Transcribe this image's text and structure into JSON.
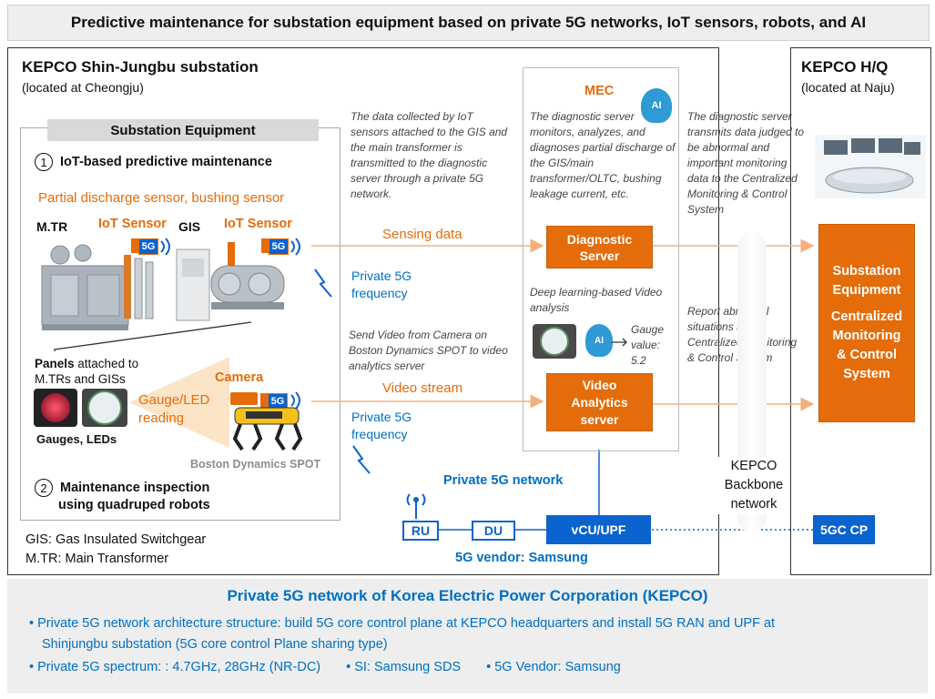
{
  "title": "Predictive maintenance for substation equipment based on private 5G networks, IoT sensors, robots, and AI",
  "substation": {
    "name": "KEPCO Shin-Jungbu substation",
    "location": "(located at Cheongju)",
    "equipment_header": "Substation Equipment",
    "item1_num": "1",
    "item1_label": "IoT-based predictive maintenance",
    "sensors_label": "Partial discharge sensor, bushing sensor",
    "mtr_label": "M.TR",
    "gis_label": "GIS",
    "iot_sensor_1": "IoT Sensor",
    "iot_sensor_2": "IoT Sensor",
    "tag_5g": "5G",
    "panels_bold": "Panels",
    "panels_rest1": " attached to",
    "panels_rest2": "M.TRs and GISs",
    "gauges_label": "Gauges, LEDs",
    "gauge_reading_1": "Gauge/LED",
    "gauge_reading_2": "reading",
    "camera_label": "Camera",
    "robot_label": "Boston Dynamics SPOT",
    "item2_num": "2",
    "item2_line1": "Maintenance inspection",
    "item2_line2": "using quadruped robots",
    "legend_gis": "GIS: Gas Insulated Switchgear",
    "legend_mtr": "M.TR: Main Transformer"
  },
  "notes": {
    "iot_note": "The data collected by IoT sensors attached to the GIS and the main transformer is transmitted to the diagnostic server through a private 5G network.",
    "sensing_data": "Sensing data",
    "private5g_1a": "Private 5G",
    "private5g_1b": "frequency",
    "video_note": "Send Video from Camera on Boston Dynamics SPOT to video analytics server",
    "video_stream": "Video stream",
    "private5g_2a": "Private 5G",
    "private5g_2b": "frequency"
  },
  "mec": {
    "title": "MEC",
    "ai_badge": "AI",
    "note": "The diagnostic server monitors, analyzes, and diagnoses partial discharge of the GIS/main transformer/OLTC, bushing leakage current, etc.",
    "diag_line1": "Diagnostic",
    "diag_line2": "Server",
    "dl_note": "Deep learning-based Video analysis",
    "gauge_value_1": "Gauge",
    "gauge_value_2": "value:",
    "gauge_value_3": "5.2",
    "video_line1": "Video",
    "video_line2": "Analytics",
    "video_line3": "server"
  },
  "network": {
    "private_net_label": "Private 5G network",
    "ru": "RU",
    "du": "DU",
    "vcu": "vCU/UPF",
    "vendor": "5G vendor: Samsung",
    "backbone_1": "KEPCO",
    "backbone_2": "Backbone",
    "backbone_3": "network",
    "core_cp": "5GC CP"
  },
  "hq_notes": {
    "transmit_note": "The diagnostic server transmits data judged to be abnormal and important monitoring data to the Centralized Monitoring & Control System",
    "report_note": "Report abnormal situations to the Centralized Monitoring & Control System"
  },
  "hq": {
    "name": "KEPCO H/Q",
    "location": "(located at Naju)",
    "box_line1": "Substation",
    "box_line2": "Equipment",
    "box_line3": "Centralized",
    "box_line4": "Monitoring",
    "box_line5": "& Control",
    "box_line6": "System"
  },
  "bottom": {
    "heading": "Private 5G network of Korea Electric Power Corporation (KEPCO)",
    "bullet1_line1": "Private 5G network architecture structure: build 5G core control plane at KEPCO headquarters and install 5G RAN and UPF at",
    "bullet1_line2": "Shinjungbu substation (5G core control Plane sharing type)",
    "bullet2": "Private 5G spectrum: : 4.7GHz, 28GHz (NR-DC)",
    "bullet3": "SI: Samsung SDS",
    "bullet4": "5G Vendor: Samsung"
  },
  "colors": {
    "accent_orange": "#e46c0a",
    "accent_blue": "#0b63ce",
    "text_blue": "#0070c0"
  }
}
